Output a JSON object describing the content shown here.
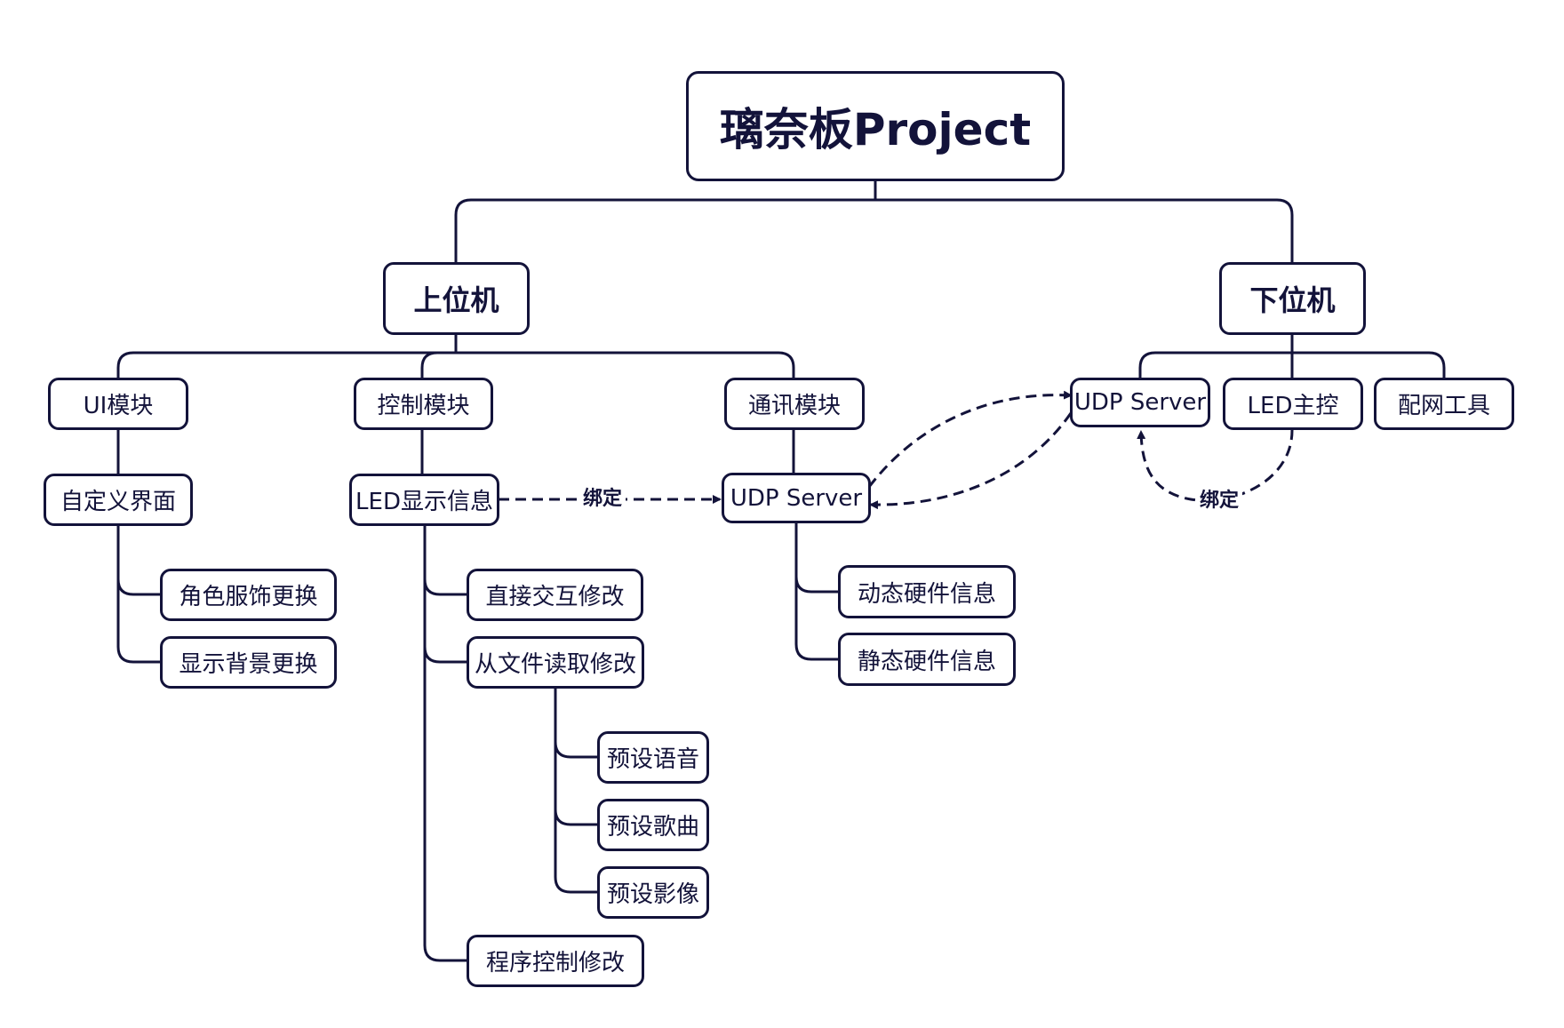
{
  "diagram": {
    "root": "璃奈板Project",
    "upper": {
      "title": "上位机",
      "ui_module": "UI模块",
      "custom_ui": "自定义界面",
      "costume_change": "角色服饰更换",
      "background_change": "显示背景更换",
      "control_module": "控制模块",
      "led_display": "LED显示信息",
      "direct_edit": "直接交互修改",
      "file_edit": "从文件读取修改",
      "preset_voice": "预设语音",
      "preset_song": "预设歌曲",
      "preset_video": "预设影像",
      "program_edit": "程序控制修改",
      "comm_module": "通讯模块",
      "udp_server": "UDP Server",
      "dynamic_hw": "动态硬件信息",
      "static_hw": "静态硬件信息"
    },
    "lower": {
      "title": "下位机",
      "udp_server": "UDP Server",
      "led_master": "LED主控",
      "network_tool": "配网工具"
    },
    "bind_label_1": "绑定",
    "bind_label_2": "绑定"
  },
  "colors": {
    "stroke": "#13133a",
    "background": "#ffffff"
  }
}
